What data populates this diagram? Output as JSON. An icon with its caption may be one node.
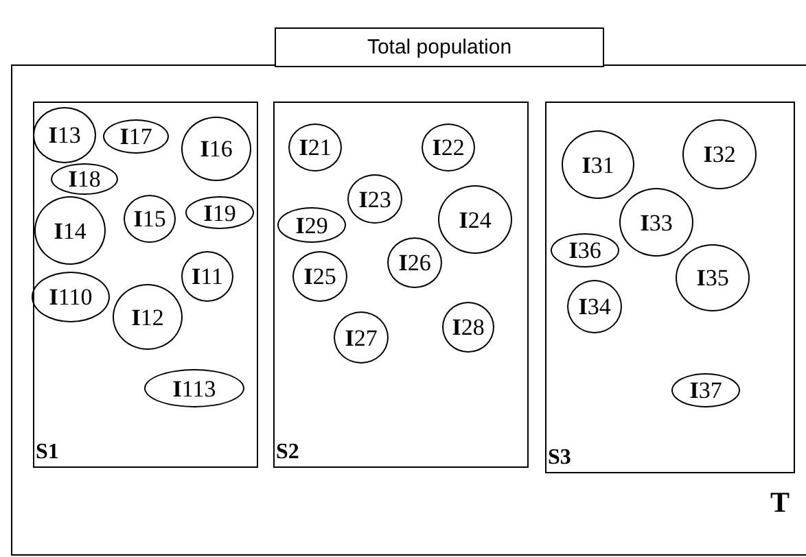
{
  "diagram": {
    "nodes": [
      {
        "text": [
          "Total population"
        ]
      },
      {
        "text": [
          "T"
        ]
      },
      {
        "text": [
          "S1"
        ],
        "in": 1
      },
      {
        "text": [
          "**I**13"
        ],
        "in": 2
      },
      {
        "text": [
          "**I**17"
        ],
        "in": 2
      },
      {
        "text": [
          "**I**16"
        ],
        "in": 2
      },
      {
        "text": [
          "**I**18"
        ],
        "in": 2
      },
      {
        "text": [
          "**I**14"
        ],
        "in": 2
      },
      {
        "text": [
          "**I**15"
        ],
        "in": 2
      },
      {
        "text": [
          "**I**19"
        ],
        "in": 2
      },
      {
        "text": [
          "**I**11"
        ],
        "in": 2
      },
      {
        "text": [
          "**I**110"
        ],
        "in": 2
      },
      {
        "text": [
          "**I**12"
        ],
        "in": 2
      },
      {
        "text": [
          "**I**113"
        ],
        "in": 2
      },
      {
        "text": [
          "S2"
        ],
        "in": 1
      },
      {
        "text": [
          "**I**21"
        ],
        "in": 14
      },
      {
        "text": [
          "**I**22"
        ],
        "in": 14
      },
      {
        "text": [
          "**I**23"
        ],
        "in": 14
      },
      {
        "text": [
          "**I**29"
        ],
        "in": 14
      },
      {
        "text": [
          "**I**24"
        ],
        "in": 14
      },
      {
        "text": [
          "**I**25"
        ],
        "in": 14
      },
      {
        "text": [
          "**I**26"
        ],
        "in": 14
      },
      {
        "text": [
          "**I**27"
        ],
        "in": 14
      },
      {
        "text": [
          "**I**28"
        ],
        "in": 14
      },
      {
        "text": [
          "S3"
        ],
        "in": 1
      },
      {
        "text": [
          "**I**31"
        ],
        "in": 24
      },
      {
        "text": [
          "**I**32"
        ],
        "in": 24
      },
      {
        "text": [
          "**I**33"
        ],
        "in": 24
      },
      {
        "text": [
          "**I**36"
        ],
        "in": 24
      },
      {
        "text": [
          "**I**35"
        ],
        "in": 24
      },
      {
        "text": [
          "**I**34"
        ],
        "in": 24
      },
      {
        "text": [
          "**I**37"
        ],
        "in": 24
      }
    ]
  }
}
